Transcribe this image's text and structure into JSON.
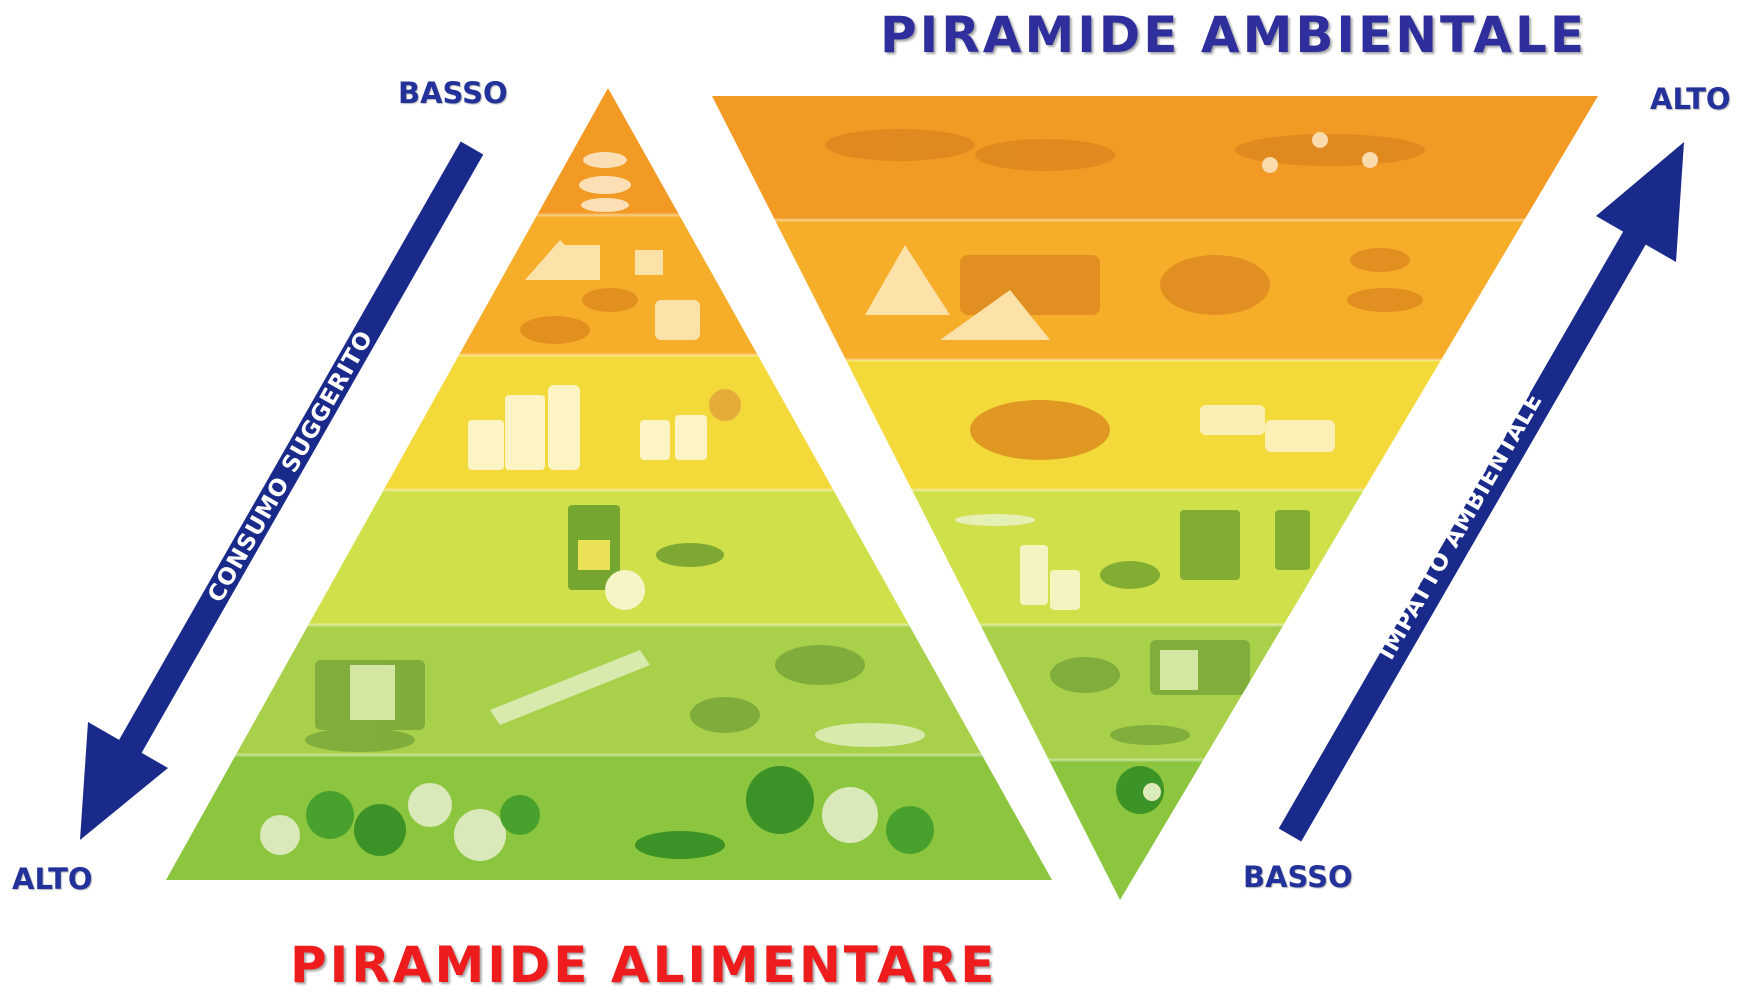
{
  "titles": {
    "environmental": "PIRAMIDE AMBIENTALE",
    "food": "PIRAMIDE ALIMENTARE"
  },
  "food_axis": {
    "label": "CONSUMO SUGGERITO",
    "top_end": "BASSO",
    "bottom_end": "ALTO"
  },
  "environment_axis": {
    "label": "IMPATTO AMBIENTALE",
    "top_end": "ALTO",
    "bottom_end": "BASSO"
  },
  "food_pyramid_levels": [
    "sweets-and-cured-meat-icon",
    "cheese-meat-fish-eggs-icon",
    "milk-and-yogurt-icon",
    "oil-and-nuts-icon",
    "bread-pasta-rice-potatoes-legumes-icon",
    "fruit-and-vegetables-icon"
  ],
  "environmental_pyramid_levels": [
    "beef-icon",
    "cheese-and-fish-icon",
    "eggs-poultry-and-sweets-icon",
    "milk-oil-and-nuts-icon",
    "bread-and-pasta-icon",
    "fruit-and-vegetables-icon"
  ],
  "colors": {
    "arrow": "#1a2a8a",
    "env_title": "#2e2e9c",
    "food_title": "#ee1c1c",
    "end_labels": "#23319a",
    "band_1": "#f39a24",
    "band_2": "#f6ae2a",
    "band_3": "#f3d93a",
    "band_4": "#cfe04a",
    "band_5": "#a9d04a",
    "band_6": "#8cc63f"
  }
}
